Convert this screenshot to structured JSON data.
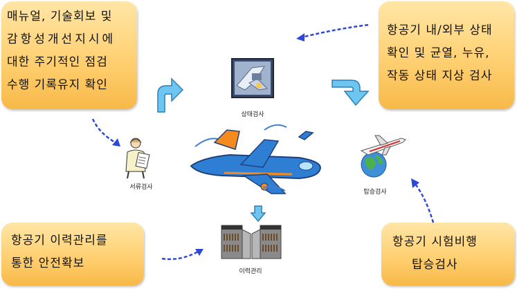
{
  "boxes": {
    "top_left": [
      "매뉴얼, 기술회보 및",
      "감항성개선지시에",
      "대한 주기적인 점검",
      "수행 기록유지 확인"
    ],
    "top_right": [
      "항공기 내/외부 상태",
      "확인 및 균열, 누유,",
      "작동 상태 지상 검사"
    ],
    "bottom_left": [
      "항공기 이력관리를",
      "통한 안전확보"
    ],
    "bottom_right": [
      "항공기 시험비행",
      "탑승검사"
    ]
  },
  "captions": {
    "state_inspection": "상태검사",
    "document_inspection": "서류검사",
    "boarding_inspection": "탑승검사",
    "history_management": "이력관리"
  },
  "colors": {
    "box_fill": "#ffd072",
    "arrow_blue": "#2d48d6",
    "flow_arrow": "#3ba7e3",
    "plane_body": "#2e7fd4",
    "plane_accent": "#f58a1f"
  }
}
